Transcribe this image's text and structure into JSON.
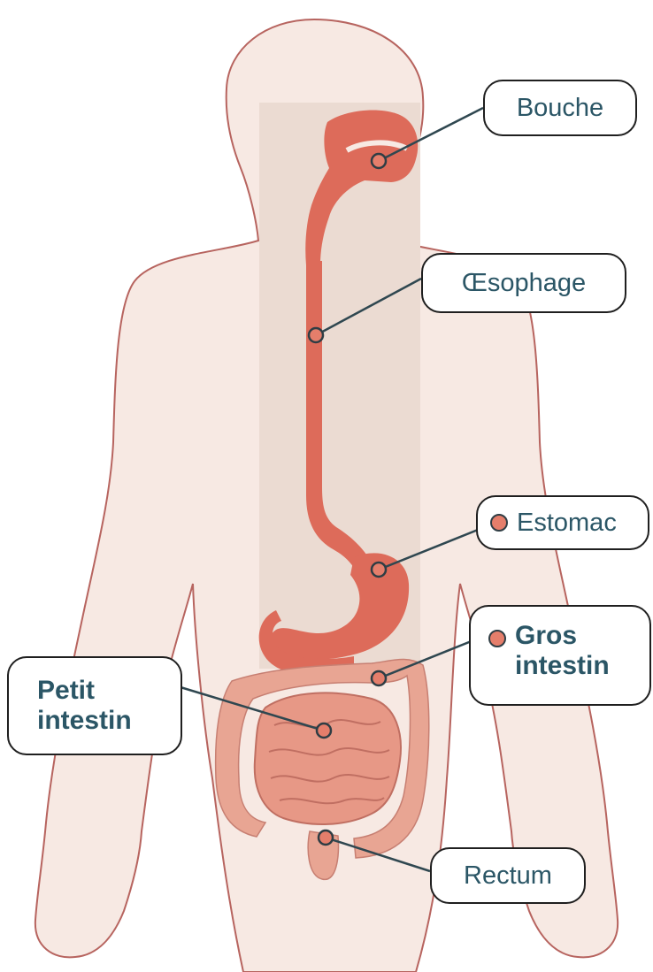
{
  "labels": {
    "bouche": "Bouche",
    "oesophage": "Œsophage",
    "estomac": "Estomac",
    "gros_intestin_line1": "Gros",
    "gros_intestin_line2": "intestin",
    "petit_intestin_line1": "Petit",
    "petit_intestin_line2": "intestin",
    "rectum": "Rectum"
  },
  "colors": {
    "body_skin": "#f7e9e3",
    "body_outline": "#b7645f",
    "torso_band": "#ebdbd2",
    "digestive_tract": "#dd6b5a",
    "intestine": "#e8a593",
    "label_text": "#2b5666",
    "leader_line": "#2f4750",
    "marker_dot": "#e57e6b"
  },
  "icons": {
    "marker": "organ-marker-dot"
  }
}
